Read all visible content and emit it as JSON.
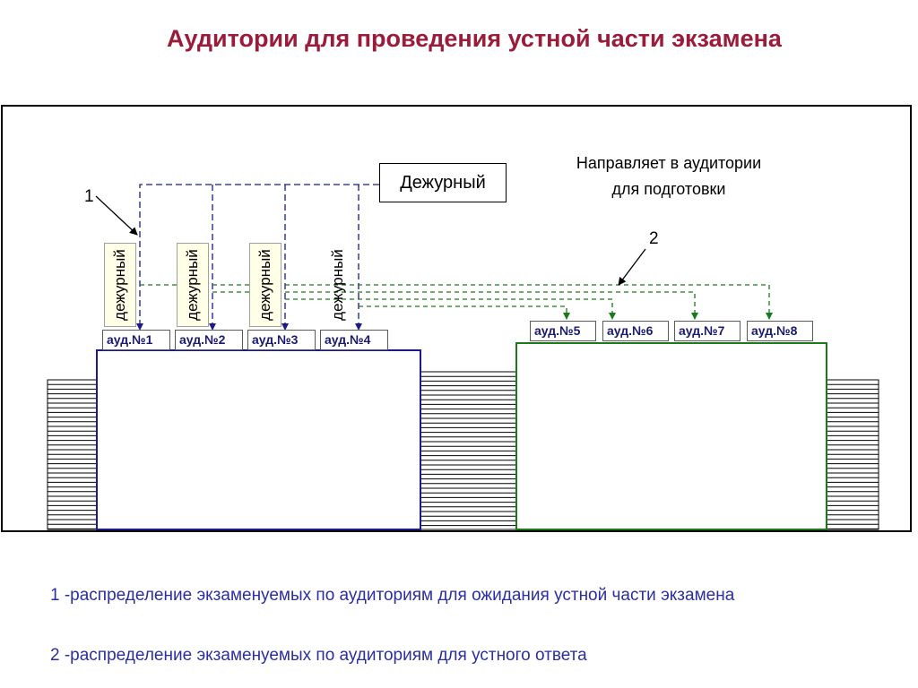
{
  "title": "Аудитории для проведения устной части экзамена",
  "diagram": {
    "duty_officer": "Дежурный",
    "note": [
      "Направляет в аудитории",
      "для подготовки"
    ],
    "marker_1": "1",
    "marker_2": "2",
    "floor_duty": [
      "дежурный",
      "дежурный",
      "дежурный",
      "дежурный"
    ],
    "rooms_waiting": [
      "ауд.№1",
      "ауд.№2",
      "ауд.№3",
      "ауд.№4"
    ],
    "rooms_oral": [
      "ауд.№5",
      "ауд.№6",
      "ауд.№7",
      "ауд.№8"
    ],
    "colors": {
      "title": "#9b1b3a",
      "route_waiting": "#1a1a8c",
      "route_oral": "#1a7a1a",
      "legend_text": "#2b2fa0"
    }
  },
  "legend": [
    "1 -распределение экзаменуемых по аудиториям для ожидания устной части экзамена",
    "2 -распределение экзаменуемых по аудиториям для устного ответа"
  ]
}
